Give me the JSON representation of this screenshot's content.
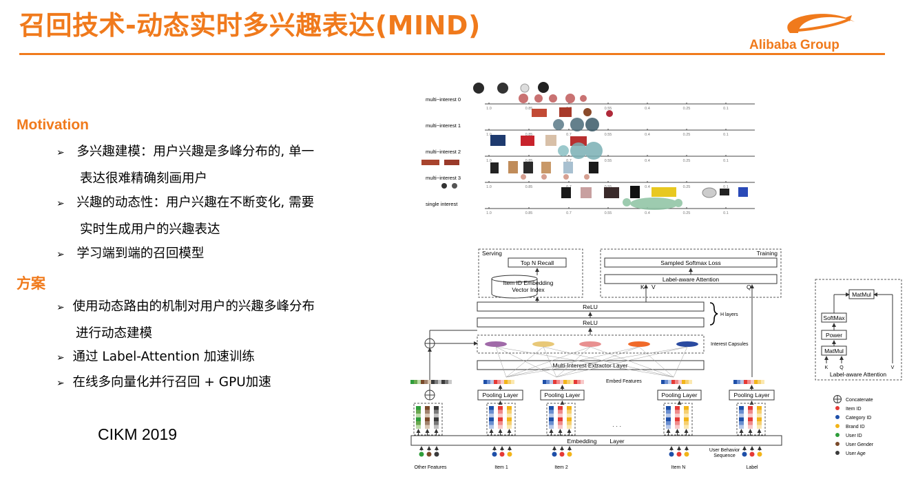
{
  "header": {
    "title": "召回技术-动态实时多兴趣表达(MIND)",
    "brand": "Alibaba Group",
    "accent_color": "#f07a1c"
  },
  "motivation": {
    "heading": "Motivation",
    "bullets": [
      {
        "line1": "多兴趣建模：用户兴趣是多峰分布的, 单一",
        "line2": "表达很难精确刻画用户"
      },
      {
        "line1": "兴趣的动态性：用户兴趣在不断变化, 需要",
        "line2": "实时生成用户的兴趣表达"
      },
      {
        "line1": "学习端到端的召回模型",
        "line2": ""
      }
    ]
  },
  "solution": {
    "heading": "方案",
    "bullets": [
      {
        "line1": "使用动态路由的机制对用户的兴趣多峰分布",
        "line2": "进行动态建模"
      },
      {
        "line1": "通过 Label-Attention  加速训练",
        "line2": ""
      },
      {
        "line1": "在线多向量化并行召回  + GPU加速",
        "line2": ""
      }
    ]
  },
  "venue": "CIKM 2019",
  "interest_plot": {
    "rows": [
      "multi−interest 0",
      "multi−interest 1",
      "multi−interest 2",
      "multi−interest 3",
      "single interest"
    ],
    "ticks": [
      "1.0",
      "0.85",
      "0.7",
      "0.55",
      "0.4",
      "0.25",
      "0.1"
    ]
  },
  "architecture": {
    "serving_label": "Serving",
    "training_label": "Training",
    "top_n_recall": "Top N Recall",
    "index_line1": "Item ID Embedding",
    "index_line2": "Vector Index",
    "sampled_softmax": "Sampled Softmax Loss",
    "label_aware": "Label-aware Attention",
    "k_label": "K",
    "v_label": "V",
    "q_label": "Q",
    "relu": "ReLU",
    "h_layers": "H layers",
    "interest_capsules": "Interest Capsules",
    "extractor": "Multi-Interest Extractor Layer",
    "embed_features": "Embed Features",
    "pooling": "Pooling Layer",
    "ellipsis": "· · ·",
    "embedding": "Embedding",
    "layer": "Layer",
    "behavior_line1": "User Behavior",
    "behavior_line2": "Sequence",
    "bottom_labels": [
      "Other Features",
      "Item 1",
      "Item 2",
      "Item N",
      "Label"
    ]
  },
  "attention_detail": {
    "matmul": "MatMul",
    "softmax": "SoftMax",
    "power": "Power",
    "k": "K",
    "q": "Q",
    "v": "V",
    "caption": "Label-aware Attention"
  },
  "legend": [
    {
      "label": "Concatenate",
      "symbol": "concat"
    },
    {
      "label": "Item ID",
      "color": "#e53935"
    },
    {
      "label": "Category ID",
      "color": "#1e4fa8"
    },
    {
      "label": "Brand ID",
      "color": "#f2b418"
    },
    {
      "label": "User ID",
      "color": "#2e9d3a"
    },
    {
      "label": "User Gender",
      "color": "#7a4a2a"
    },
    {
      "label": "User Age",
      "color": "#3b3b3b"
    }
  ]
}
